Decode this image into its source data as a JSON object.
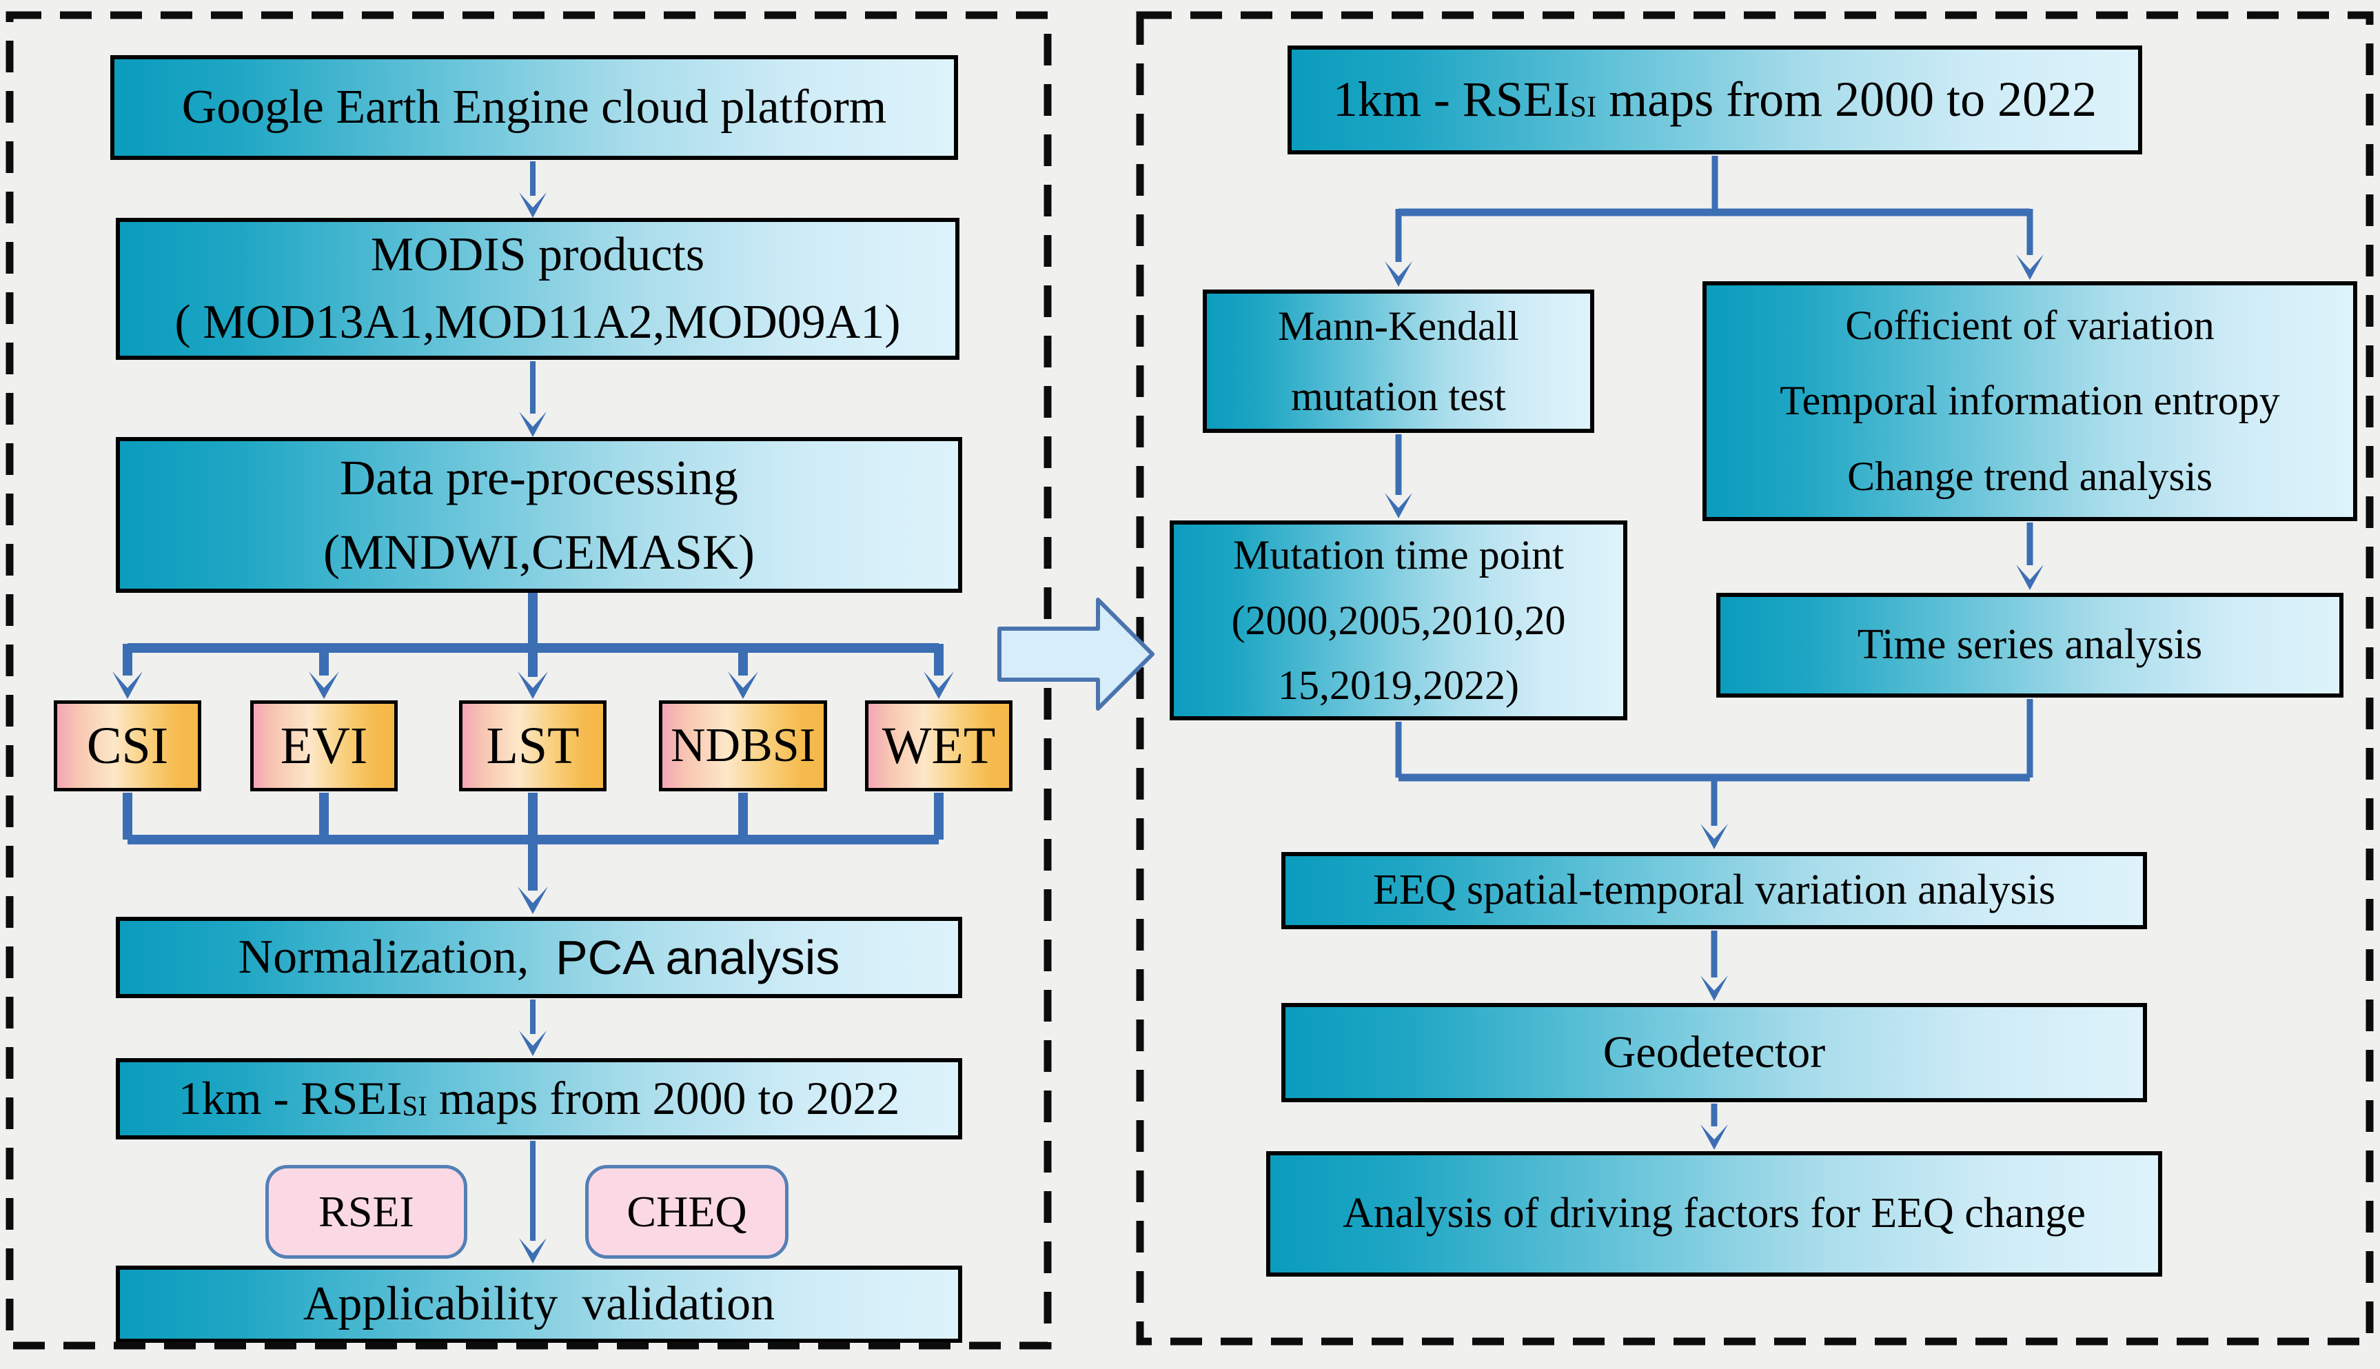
{
  "colors": {
    "background": "#f0f0ee",
    "panel_dashed_border": "#0c0c0c",
    "connector_blue": "#3c6eb4",
    "process_box_gradient_start": "#0b9cbd",
    "process_box_gradient_end": "#def3fb",
    "index_box_gradient": [
      "#f4a6b5",
      "#fde7c8",
      "#f5b748"
    ],
    "tag_box_fill": "#fbd9e4",
    "tag_box_border": "#5480b6",
    "block_arrow_fill": "#d7edf9",
    "block_arrow_border": "#4a74ae",
    "box_border": "#000000"
  },
  "left_panel": {
    "gee_box": "Google Earth Engine cloud platform",
    "modis_box": {
      "line1": "MODIS products",
      "line2": "( MOD13A1,MOD11A2,MOD09A1)"
    },
    "preprocessing_box": {
      "line1": "Data pre-processing",
      "line2": "(MNDWI,CEMASK)"
    },
    "index_boxes": [
      "CSI",
      "EVI",
      "LST",
      "NDBSI",
      "WET"
    ],
    "normalization_box": {
      "serif_text": "Normalization,",
      "sans_text": "PCA analysis"
    },
    "rsei_maps_box": {
      "prefix": "1km - RSEI",
      "subscript": "SI",
      "suffix": " maps from 2000 to 2022"
    },
    "rsei_tag": "RSEI",
    "cheq_tag": "CHEQ",
    "applicability_box": "Applicability  validation"
  },
  "right_panel": {
    "rsei_maps_box": {
      "prefix": "1km - RSEI",
      "subscript": "SI",
      "suffix": " maps from 2000 to 2022"
    },
    "mann_kendall_box": {
      "line1": "Mann-Kendall",
      "line2": "mutation test"
    },
    "variation_box": {
      "line1": "Cofficient of variation",
      "line2": "Temporal information entropy",
      "line3": "Change trend analysis"
    },
    "mutation_box": {
      "line1": "Mutation time point",
      "line2": "(2000,2005,2010,20",
      "line3": "15,2019,2022)"
    },
    "time_series_box": "Time series analysis",
    "eeq_box": "EEQ spatial-temporal variation analysis",
    "geodetector_box": "Geodetector",
    "driving_factors_box": "Analysis of driving factors for EEQ change"
  }
}
